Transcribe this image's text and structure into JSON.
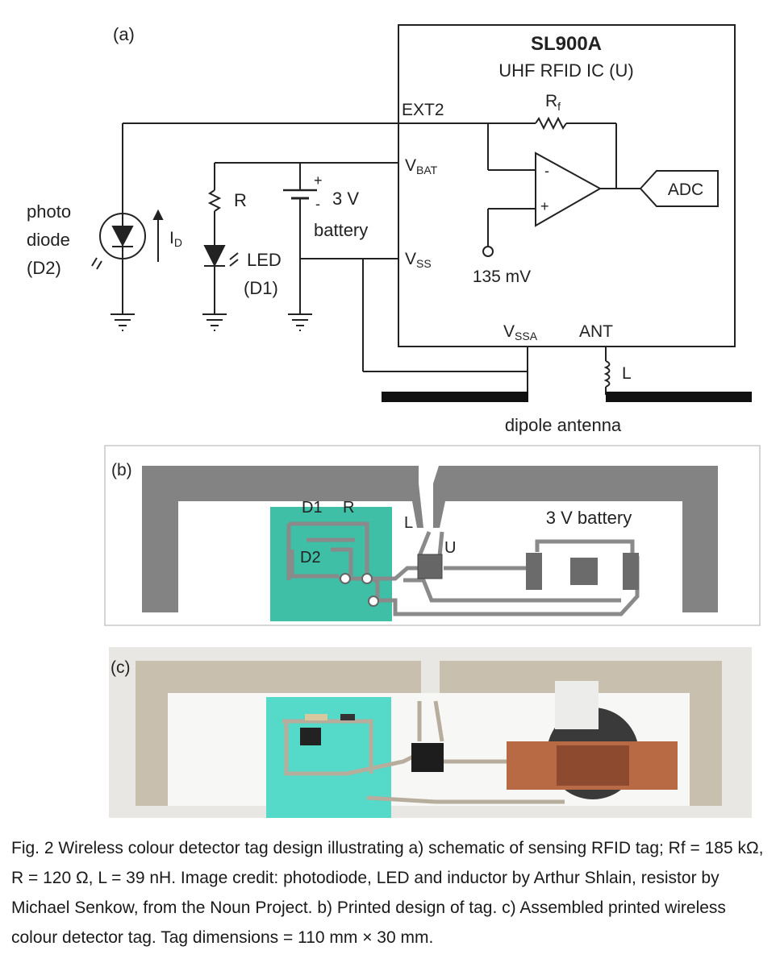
{
  "panel_a": {
    "label": "(a)",
    "ic_name": "SL900A",
    "ic_desc": "UHF RFID IC (U)",
    "ext2": "EXT2",
    "rf_main": "R",
    "rf_sub": "f",
    "vbat_main": "V",
    "vbat_sub": "BAT",
    "vss_main": "V",
    "vss_sub": "SS",
    "vssa_main": "V",
    "vssa_sub": "SSA",
    "ant": "ANT",
    "adc": "ADC",
    "ref_voltage": "135 mV",
    "opamp_minus": "-",
    "opamp_plus": "+",
    "photo_line1": "photo",
    "photo_line2": "diode",
    "photo_line3": "(D2)",
    "id_main": "I",
    "id_sub": "D",
    "r": "R",
    "led_line1": "LED",
    "led_line2": "(D1)",
    "batt_plus": "+",
    "batt_minus": "-",
    "batt_line1": "3 V",
    "batt_line2": "battery",
    "inductor": "L",
    "antenna": "dipole antenna"
  },
  "panel_b": {
    "label": "(b)",
    "d1": "D1",
    "r": "R",
    "d2": "D2",
    "l": "L",
    "u": "U",
    "battery": "3 V battery"
  },
  "panel_c": {
    "label": "(c)"
  },
  "caption": "Fig.  2 Wireless colour detector tag design illustrating a) schematic of sensing RFID tag; Rf = 185 kΩ, R = 120 Ω, L = 39 nH. Image credit: photodiode, LED and inductor by Arthur Shlain, resistor by Michael Senkow, from the Noun Project. b) Printed design of tag. c) Assembled printed wireless colour detector tag. Tag dimensions = 110 mm × 30 mm."
}
